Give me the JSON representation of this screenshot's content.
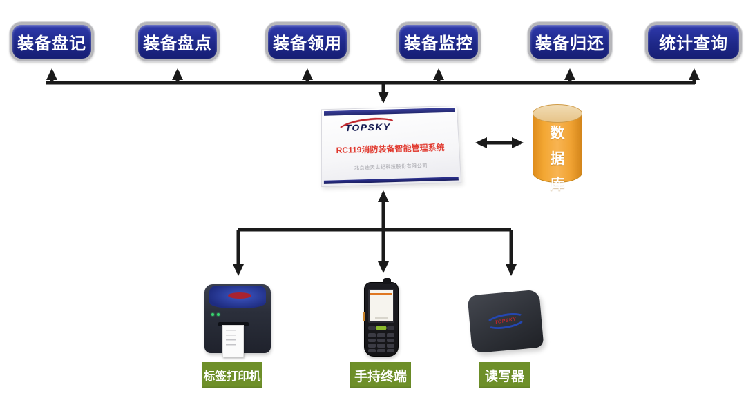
{
  "diagram": {
    "modules": [
      {
        "label": "装备盘记"
      },
      {
        "label": "装备盘点"
      },
      {
        "label": "装备领用"
      },
      {
        "label": "装备监控"
      },
      {
        "label": "装备归还"
      },
      {
        "label": "统计查询"
      }
    ],
    "system_box": {
      "brand": "TOPSKY",
      "title": "RC119消防装备智能管理系统",
      "company": "北京迪天世纪科技股份有限公司"
    },
    "database": {
      "label": "数据库",
      "chars": [
        "数",
        "据",
        "库"
      ]
    },
    "device_labels": [
      {
        "label": "标签打印机"
      },
      {
        "label": "手持终端"
      },
      {
        "label": "读写器"
      }
    ],
    "colors": {
      "module_fill": "#1e2889",
      "module_border": "#b6b6ba",
      "arrow": "#1a1a1a",
      "database_fill": "#f0a232",
      "database_top": "#e7c489",
      "device_label_fill": "#6e8f29",
      "system_title_red": "#e0352a",
      "logo_swoosh_red": "#c1272d",
      "reader_logo_blue": "#2447b2"
    }
  }
}
